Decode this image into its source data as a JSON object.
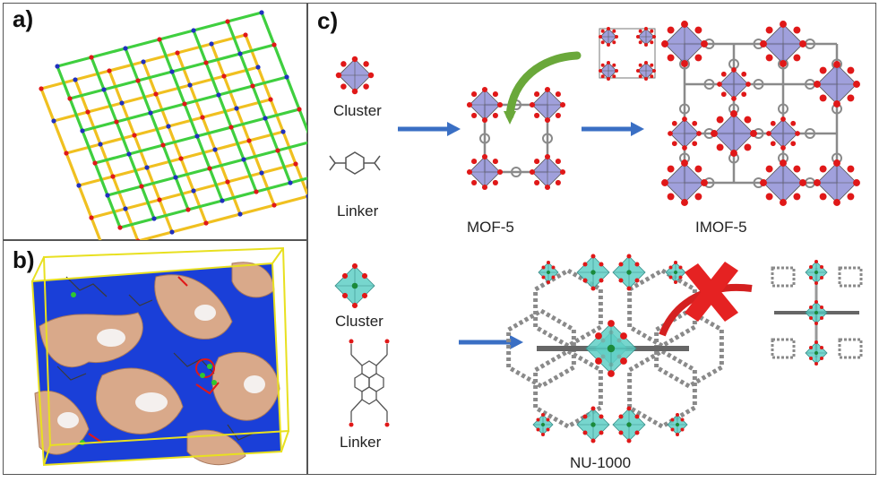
{
  "panels": {
    "a": {
      "label": "a)"
    },
    "b": {
      "label": "b)"
    },
    "c": {
      "label": "c)",
      "top_row": {
        "cluster_label": "Cluster",
        "linker_label": "Linker",
        "product_1": "MOF-5",
        "product_2": "IMOF-5"
      },
      "bottom_row": {
        "cluster_label": "Cluster",
        "linker_label": "Linker",
        "product": "NU-1000"
      }
    }
  },
  "colors": {
    "framework_green": "#3fcf3f",
    "framework_yellow": "#f0c020",
    "node_red": "#e01818",
    "node_blue": "#2030c0",
    "surface_blue": "#1a3fd8",
    "pore_tan": "#d9a98a",
    "box_yellow": "#e8e020",
    "polyhedron_violet": "#8f8fd6",
    "polyhedron_teal": "#5fcfc5",
    "carbon_gray": "#8a8a8a",
    "arrow_blue": "#3a6fc4",
    "arrow_green": "#6aa83a",
    "cross_red": "#e52222"
  }
}
